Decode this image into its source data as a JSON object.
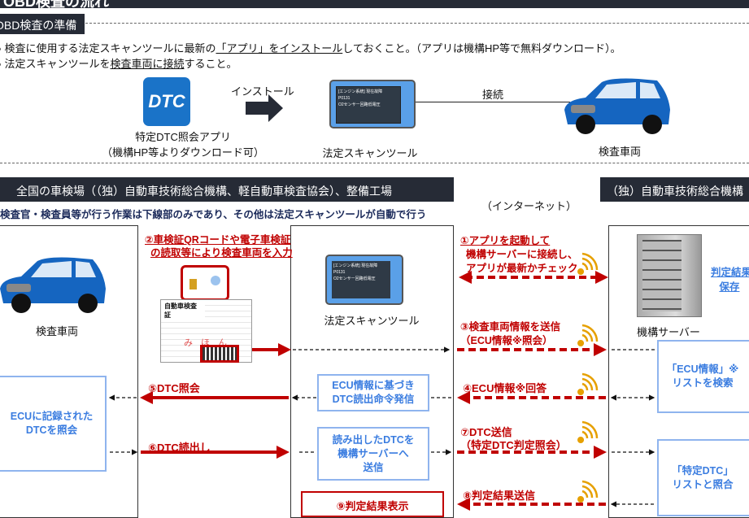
{
  "page_title": "OBD検査の流れ",
  "prep": {
    "tag": "OBD検査の準備",
    "bullet1": {
      "pre": "検査に使用する法定スキャンツールに最新の",
      "underlined": "「アプリ」をインストール",
      "post": "しておくこと。（アプリは機構HP等で無料ダウンロード）。"
    },
    "bullet2": {
      "pre": "法定スキャンツールを",
      "underlined": "検査車両に接続",
      "post": "すること。"
    },
    "app_icon_text": "DTC",
    "app_label1": "特定DTC照会アプリ",
    "app_label2": "（機構HP等よりダウンロード可）",
    "install_label": "インストール",
    "tool_label": "法定スキャンツール",
    "connect_label": "接続",
    "vehicle_label": "検査車両"
  },
  "flow": {
    "left_header": "全国の車検場（（独）自動車技術総合機構、軽自動車検査協会）、整備工場",
    "internet_label": "（インターネット）",
    "right_header": "（独）自動車技術総合機構",
    "note": "検査官・検査員等が行う作業は下線部のみであり、その他は法定スキャンツールが自動で行う",
    "vehicle_label": "検査車両",
    "tool_label": "法定スキャンツール",
    "server_label": "機構サーバー",
    "step2": [
      "②車検証QRコードや電子車検証",
      "の読取等により検査車両を入力"
    ],
    "doc_title": "自動車検査証",
    "doc_stamp": "みほん",
    "step1": [
      "①アプリを起動して",
      "機構サーバーに接続し、",
      "アプリが最新かチェック"
    ],
    "save_result": [
      "判定結果",
      "保存"
    ],
    "step3": [
      "③検査車両情報を送信",
      "（ECU情報※照会）"
    ],
    "ecu_list": [
      "「ECU情報」※",
      "リストを検索"
    ],
    "ecu_dtc": [
      "ECUに記録された",
      "DTCを照会"
    ],
    "step5": "⑤DTC照会",
    "read_cmd": [
      "ECU情報に基づき",
      "DTC読出命令発信"
    ],
    "step4": "④ECU情報※回答",
    "step6": "⑥DTC読出し",
    "send_dtc": [
      "読み出したDTCを",
      "機構サーバーへ",
      "送信"
    ],
    "step7": [
      "⑦DTC送信",
      "（特定DTC判定照会）"
    ],
    "dtc_list": [
      "「特定DTC」",
      "リストと照合"
    ],
    "step8": "⑧判定結果送信",
    "step9": "⑨判定結果表示"
  },
  "screen": {
    "l1": "[エンジン系統] 現在故障",
    "l2": "P0131",
    "l3": "O2センサー回路低電圧"
  },
  "colors": {
    "dark": "#262b36",
    "red": "#c00000",
    "blue": "#3b7de0",
    "app": "#1a73c8",
    "car": "#1565c0"
  }
}
